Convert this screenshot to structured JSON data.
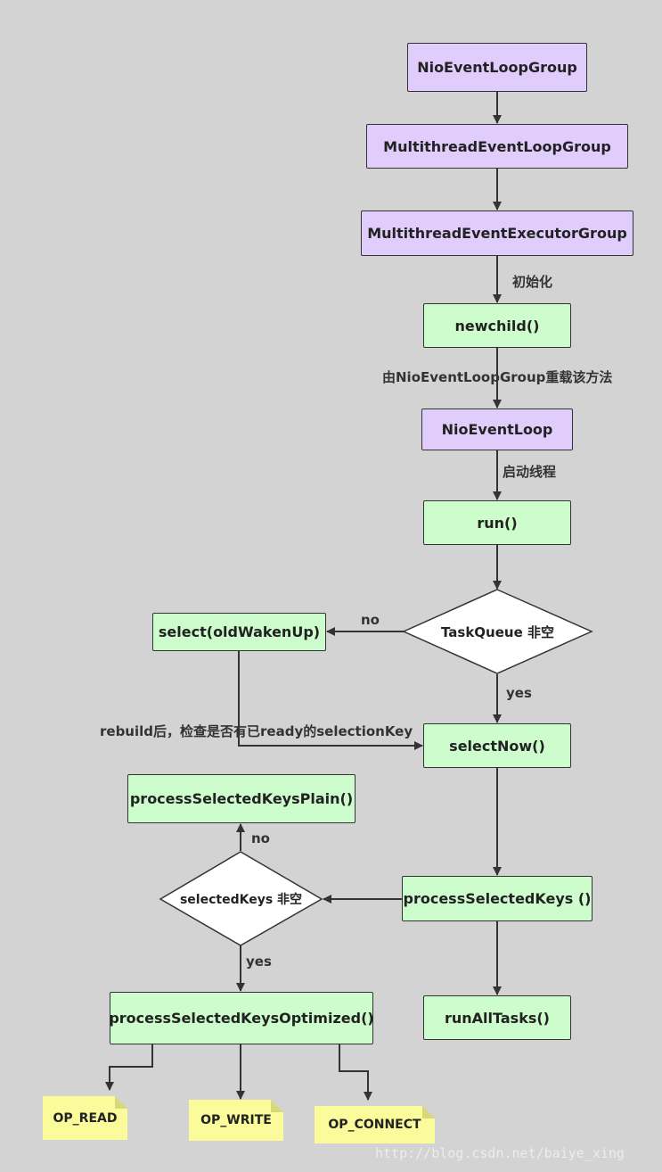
{
  "nodes": {
    "nio_event_loop_group": "NioEventLoopGroup",
    "multithread_event_loop_group": "MultithreadEventLoopGroup",
    "multithread_event_executor_group": "MultithreadEventExecutorGroup",
    "newchild": "newchild()",
    "nio_event_loop": "NioEventLoop",
    "run": "run()",
    "taskqueue_decision": "TaskQueue 非空",
    "select_old_waken_up": "select(oldWakenUp)",
    "select_now": "selectNow()",
    "process_selected_keys_plain": "processSelectedKeysPlain()",
    "selected_keys_decision": "selectedKeys 非空",
    "process_selected_keys": "processSelectedKeys ()",
    "process_selected_keys_optimized": "processSelectedKeysOptimized()",
    "run_all_tasks": "runAllTasks()"
  },
  "notes": {
    "op_read": "OP_READ",
    "op_write": "OP_WRITE",
    "op_connect": "OP_CONNECT"
  },
  "edge_labels": {
    "init": "初始化",
    "overridden": "由NioEventLoopGroup重载该方法",
    "start_thread": "启动线程",
    "taskqueue_no": "no",
    "taskqueue_yes": "yes",
    "rebuild": "rebuild后，检查是否有已ready的selectionKey",
    "selected_keys_no": "no",
    "selected_keys_yes": "yes"
  },
  "watermark": "http://blog.csdn.net/baiye_xing",
  "colors": {
    "background": "#d3d3d3",
    "purple_node": "#e1cdfc",
    "green_node": "#cdfdcd",
    "note": "#fbfb9c",
    "edge": "#333333"
  }
}
